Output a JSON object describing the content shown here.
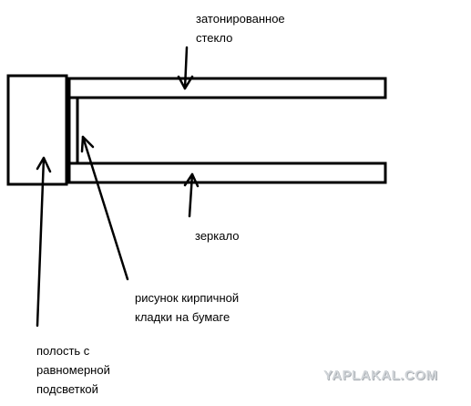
{
  "labels": {
    "tinted_glass": [
      "затонированное",
      "стекло"
    ],
    "mirror": [
      "зеркало"
    ],
    "brick_pattern": [
      "рисунок кирпичной",
      "кладки на бумаге"
    ],
    "cavity": [
      "полость с",
      "равномерной",
      "подсветкой"
    ]
  },
  "watermark": "YAPLAKAL.COM",
  "colors": {
    "ink": "#000000",
    "background": "#ffffff",
    "watermark": "#d0d4d8"
  }
}
